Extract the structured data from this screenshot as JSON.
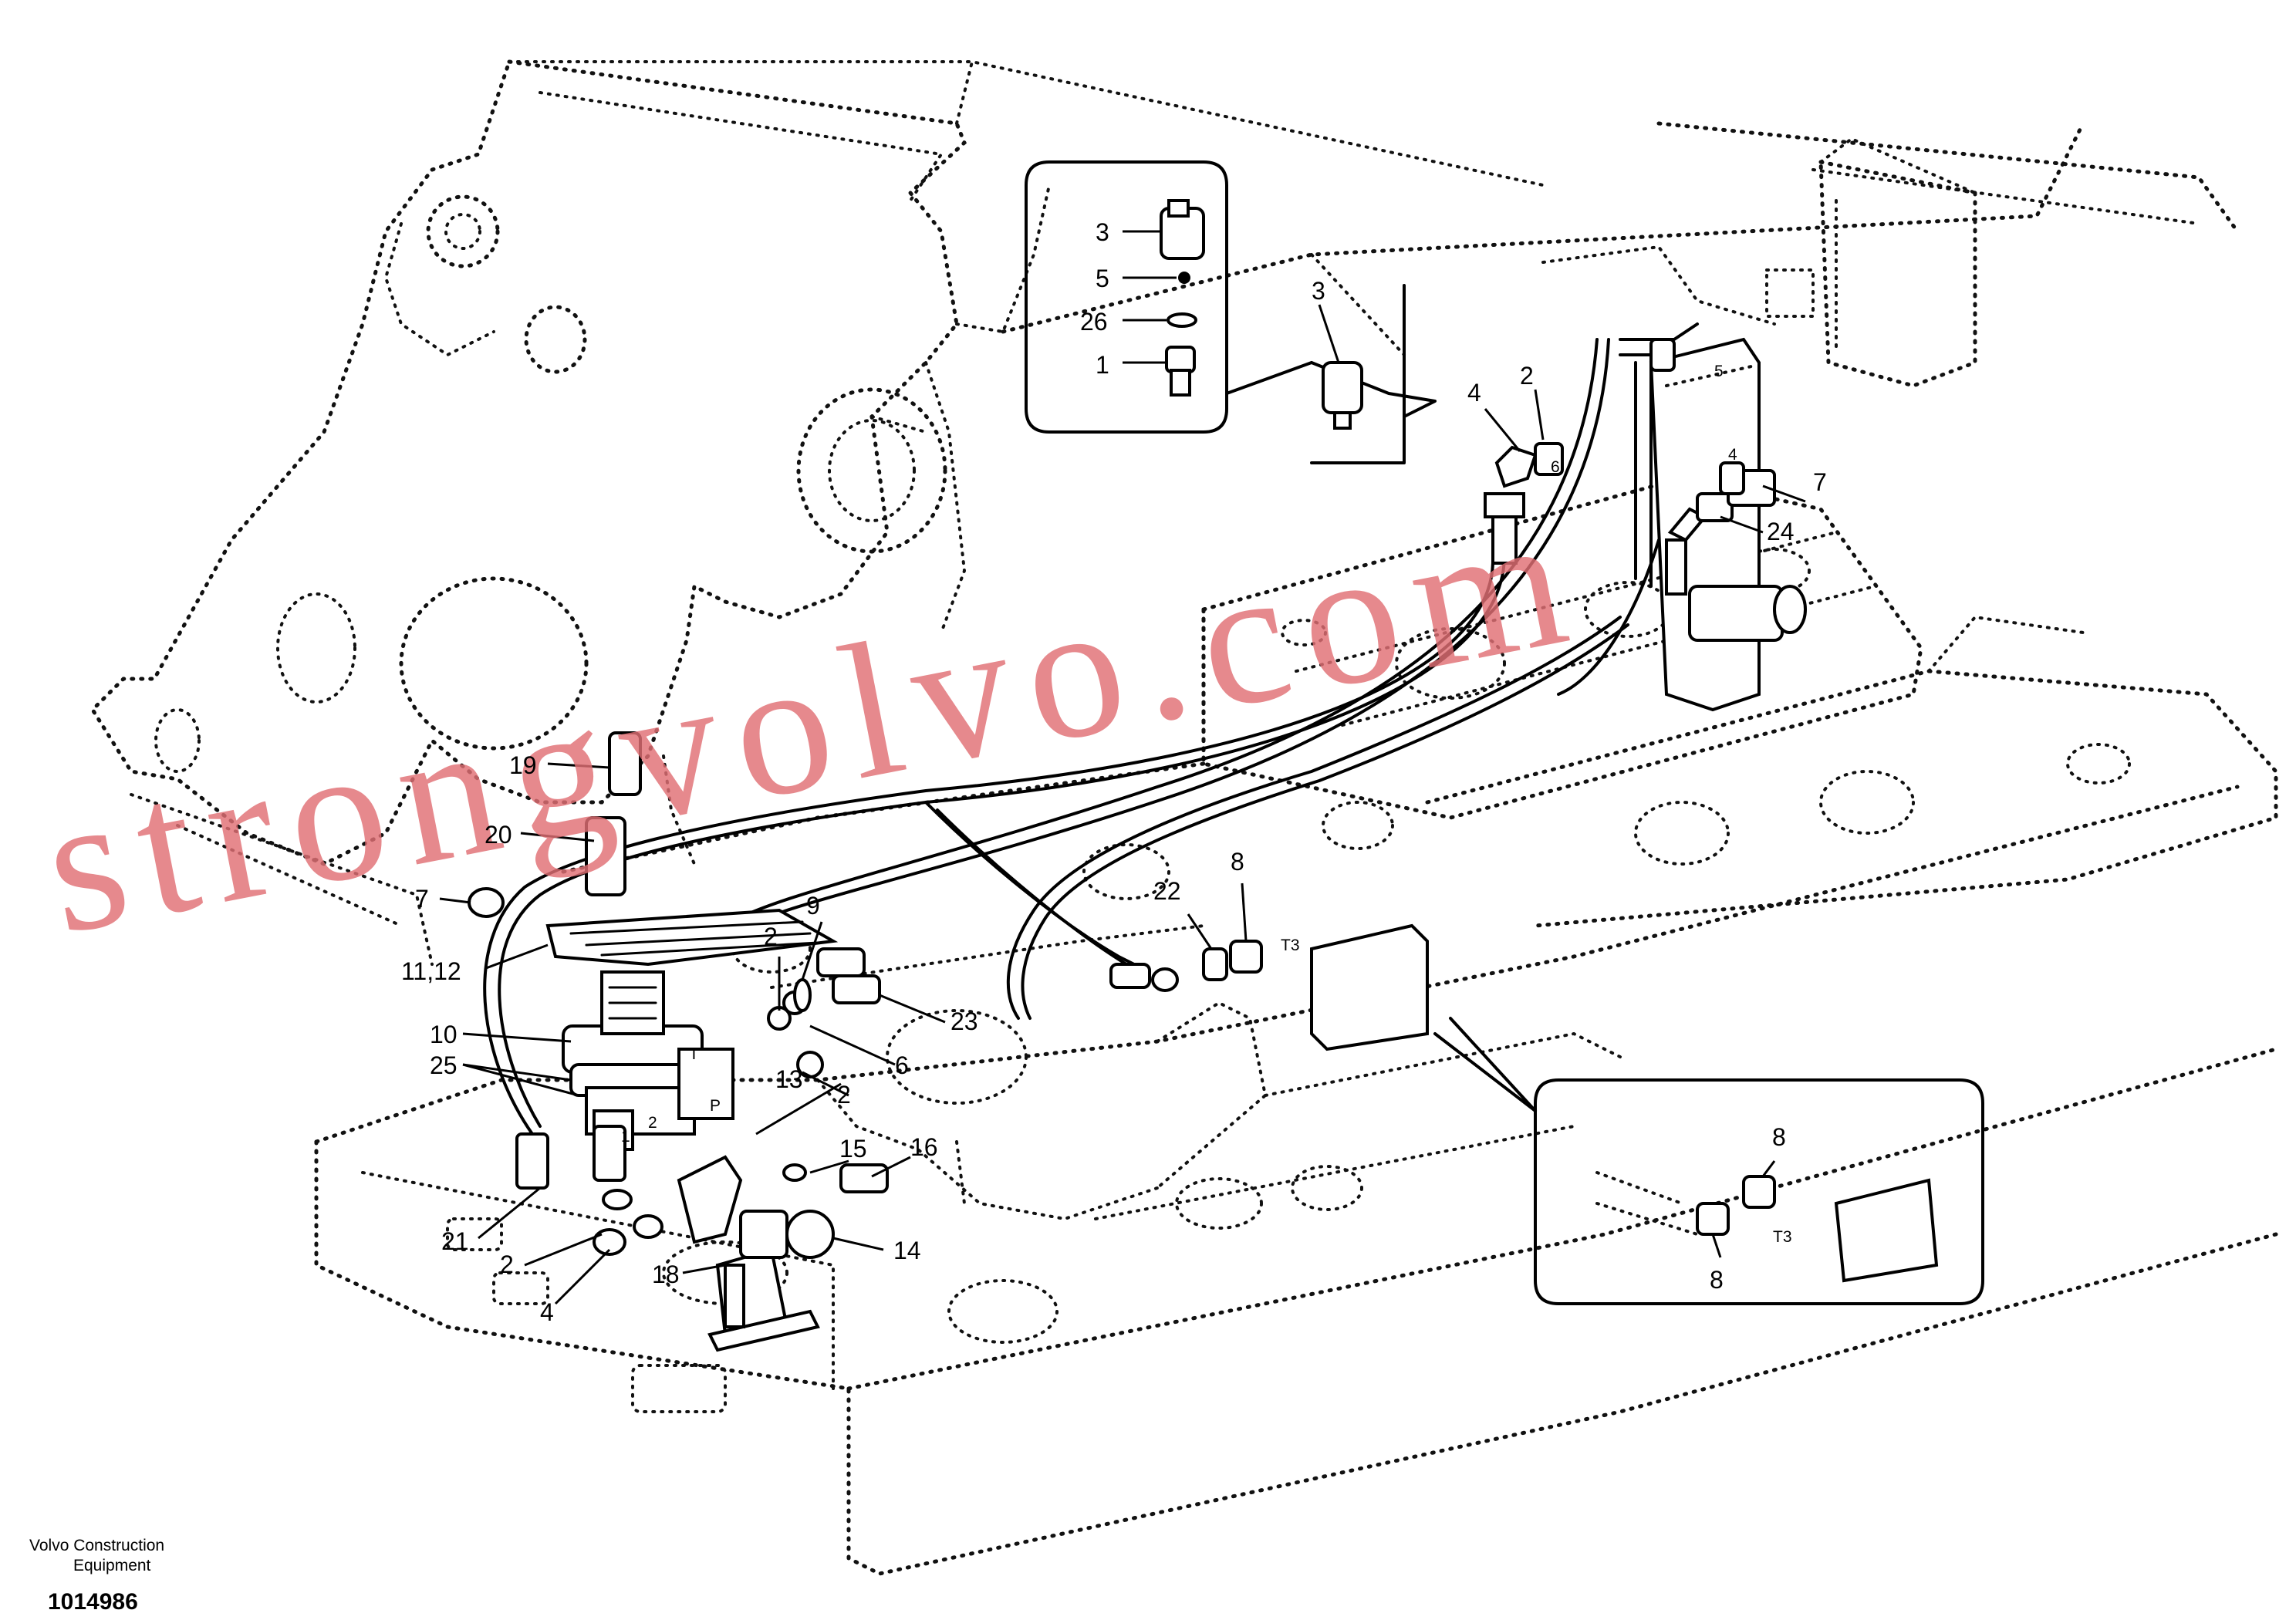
{
  "footer": {
    "company_line1": "Volvo Construction",
    "company_line2": "Equipment",
    "drawing_number": "1014986"
  },
  "watermark": "strongvolvo.com",
  "callouts": {
    "inset_top": {
      "c3": "3",
      "c5": "5",
      "c26": "26",
      "c1": "1",
      "c3b": "3"
    },
    "valve_right": {
      "c4": "4",
      "c2": "2",
      "c6": "6",
      "c4s": "4",
      "c5s": "5",
      "c7": "7",
      "c24": "24"
    },
    "pedal": {
      "c19": "19",
      "c20": "20",
      "c7": "7",
      "c11_12": "11,12",
      "c10": "10",
      "c25": "25",
      "c21": "21",
      "c2": "2",
      "c4": "4",
      "c18": "18",
      "c14": "14",
      "c16": "16",
      "c15": "15",
      "c13": "13",
      "c6": "6",
      "c2b": "2",
      "c23": "23",
      "c2c": "2",
      "c9": "9",
      "port_1": "1",
      "port_2": "2",
      "port_p": "P",
      "port_t": "T"
    },
    "center": {
      "c22": "22",
      "c8": "8",
      "t3": "T3"
    },
    "inset_bottom": {
      "c8a": "8",
      "c8b": "8",
      "t3": "T3"
    }
  }
}
